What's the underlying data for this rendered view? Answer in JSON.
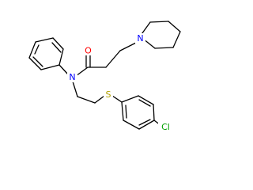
{
  "molecule": {
    "atoms": [
      {
        "symbol": "O",
        "color": "#ff0000"
      },
      {
        "symbol": "N",
        "color": "#0000ff"
      },
      {
        "symbol": "N",
        "color": "#0000ff"
      },
      {
        "symbol": "S",
        "color": "#b2a000"
      },
      {
        "symbol": "Cl",
        "color": "#00a000"
      }
    ]
  }
}
